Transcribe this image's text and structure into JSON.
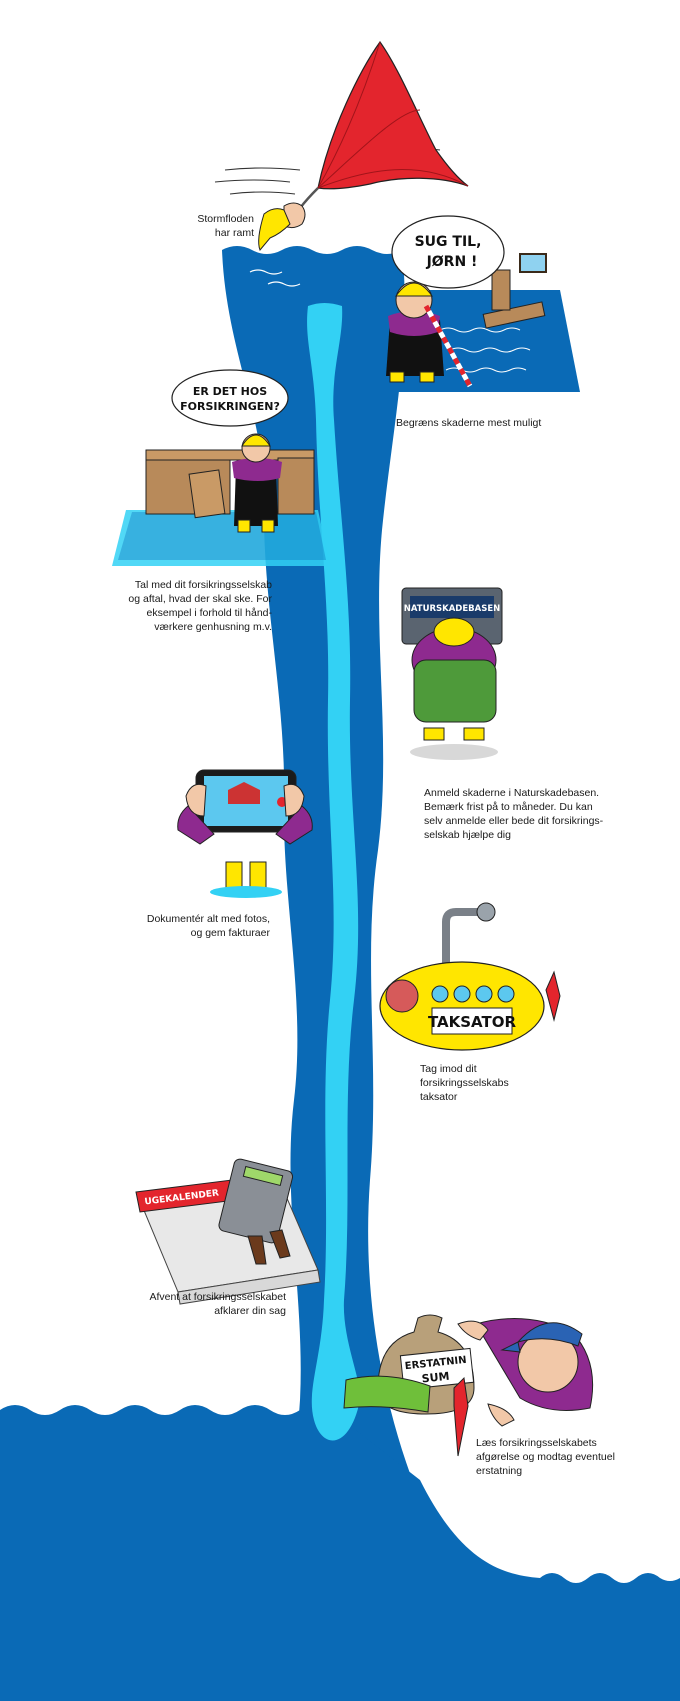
{
  "colors": {
    "water_dark": "#0a6ab6",
    "water_light": "#33d1f4",
    "umbrella_red": "#e3252d",
    "boot_yellow": "#ffe600",
    "jacket_purple": "#8e2a8f",
    "wood_brown": "#b88a5a"
  },
  "speech": {
    "sug_til_line1": "SUG TIL,",
    "sug_til_line2": "JØRN !",
    "er_det_line1": "ER DET HOS",
    "er_det_line2": "FORSIKRINGEN?",
    "screen_label": "NATURSKADEBASEN",
    "sub_label": "TAKSATOR",
    "calendar_label": "UGEKALENDER",
    "bag_line1": "ERSTATNIN",
    "bag_line2": "SUM"
  },
  "steps": [
    {
      "text": "Stormfloden\nhar ramt"
    },
    {
      "text": "Begræns skaderne mest muligt"
    },
    {
      "text": "Tal med dit forsikringsselskab\nog aftal, hvad der skal ske. For\neksempel i forhold til hånd-\nværkere genhusning m.v."
    },
    {
      "text": "Anmeld skaderne i Naturskadebasen.\nBemærk frist på to måneder. Du kan\nselv anmelde eller bede dit forsikrings-\nselskab hjælpe dig"
    },
    {
      "text": "Dokumentér alt med fotos,\nog gem fakturaer"
    },
    {
      "text": "Tag imod dit\nforsikringsselskabs\ntaksator"
    },
    {
      "text": "Afvent at forsikringsselskabet\nafklarer din sag"
    },
    {
      "text": "Læs forsikringsselskabets\nafgørelse og modtag eventuel\nerstatning"
    }
  ]
}
